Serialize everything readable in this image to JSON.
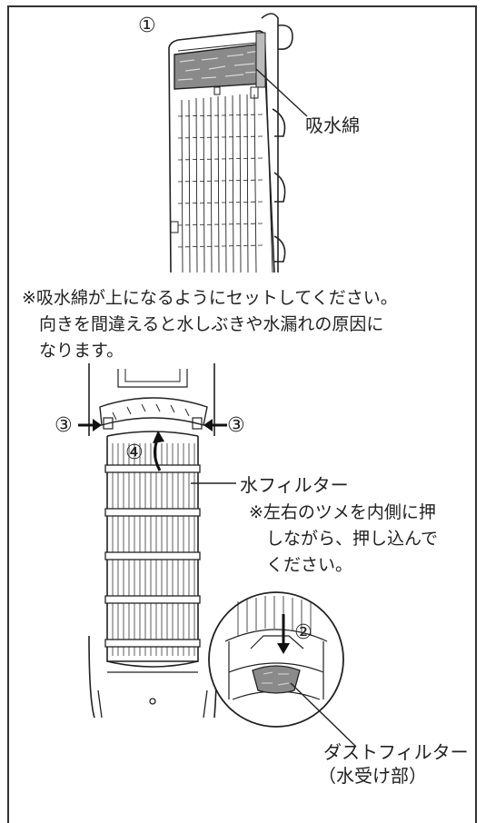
{
  "step_numbers": {
    "n1": "①",
    "n2": "②",
    "n3_left": "③",
    "n3_right": "③",
    "n4": "④"
  },
  "labels": {
    "absorbent": "吸水綿",
    "water_filter": "水フィルター",
    "dust_filter": "ダストフィルター",
    "dust_filter_sub": "（水受け部）"
  },
  "notes": {
    "orientation": [
      "※吸水綿が上になるようにセットしてください。",
      "向きを間違えると水しぶきや水漏れの原因に",
      "なります。"
    ],
    "claws": [
      "※左右のツメを内側に押",
      "しながら、押し込んで",
      "ください。"
    ]
  },
  "icons": {
    "press_arrow": "arrow-right-icon",
    "rotate_arrow": "curved-arrow-icon"
  }
}
